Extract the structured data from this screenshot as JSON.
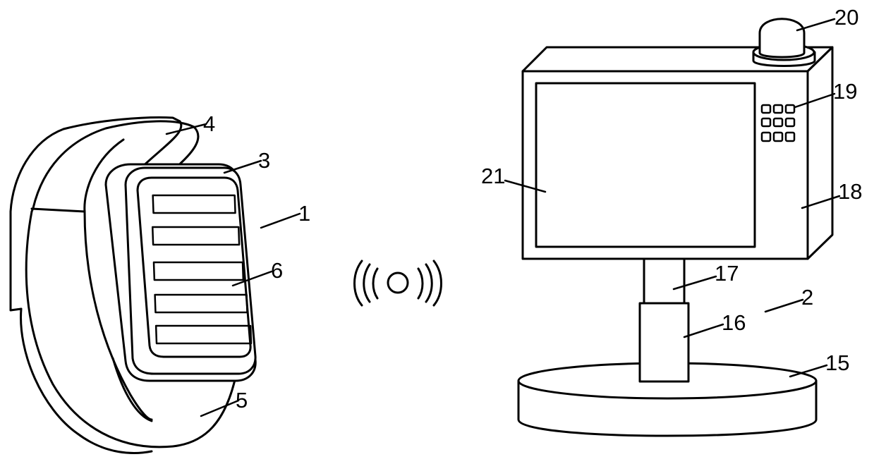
{
  "labels": {
    "wristband": "1",
    "base_station": "2",
    "watch_body": "3",
    "upper_strap": "4",
    "lower_strap": "5",
    "button_panel": "6",
    "pedestal_base": "15",
    "sleeve": "16",
    "support_rod": "17",
    "housing": "18",
    "keypad": "19",
    "alarm_lamp": "20",
    "display_screen": "21"
  }
}
